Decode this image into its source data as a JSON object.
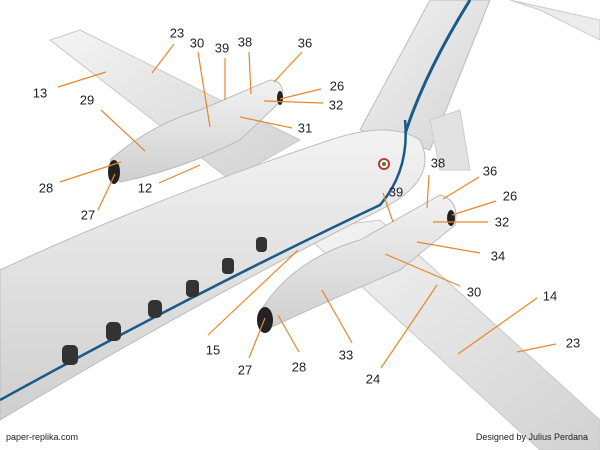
{
  "title_left": "paper-replika.com",
  "title_right": "Designed by Julius Perdana",
  "colors": {
    "leader": "#e8872a",
    "body": "#e4e4e4",
    "stripe": "#1a5a8a"
  },
  "labels": [
    "23",
    "30",
    "39",
    "38",
    "36",
    "26",
    "32",
    "31",
    "13",
    "29",
    "28",
    "27",
    "12",
    "38",
    "39",
    "36",
    "26",
    "32",
    "34",
    "30",
    "14",
    "23",
    "33",
    "24",
    "28",
    "27",
    "15"
  ]
}
